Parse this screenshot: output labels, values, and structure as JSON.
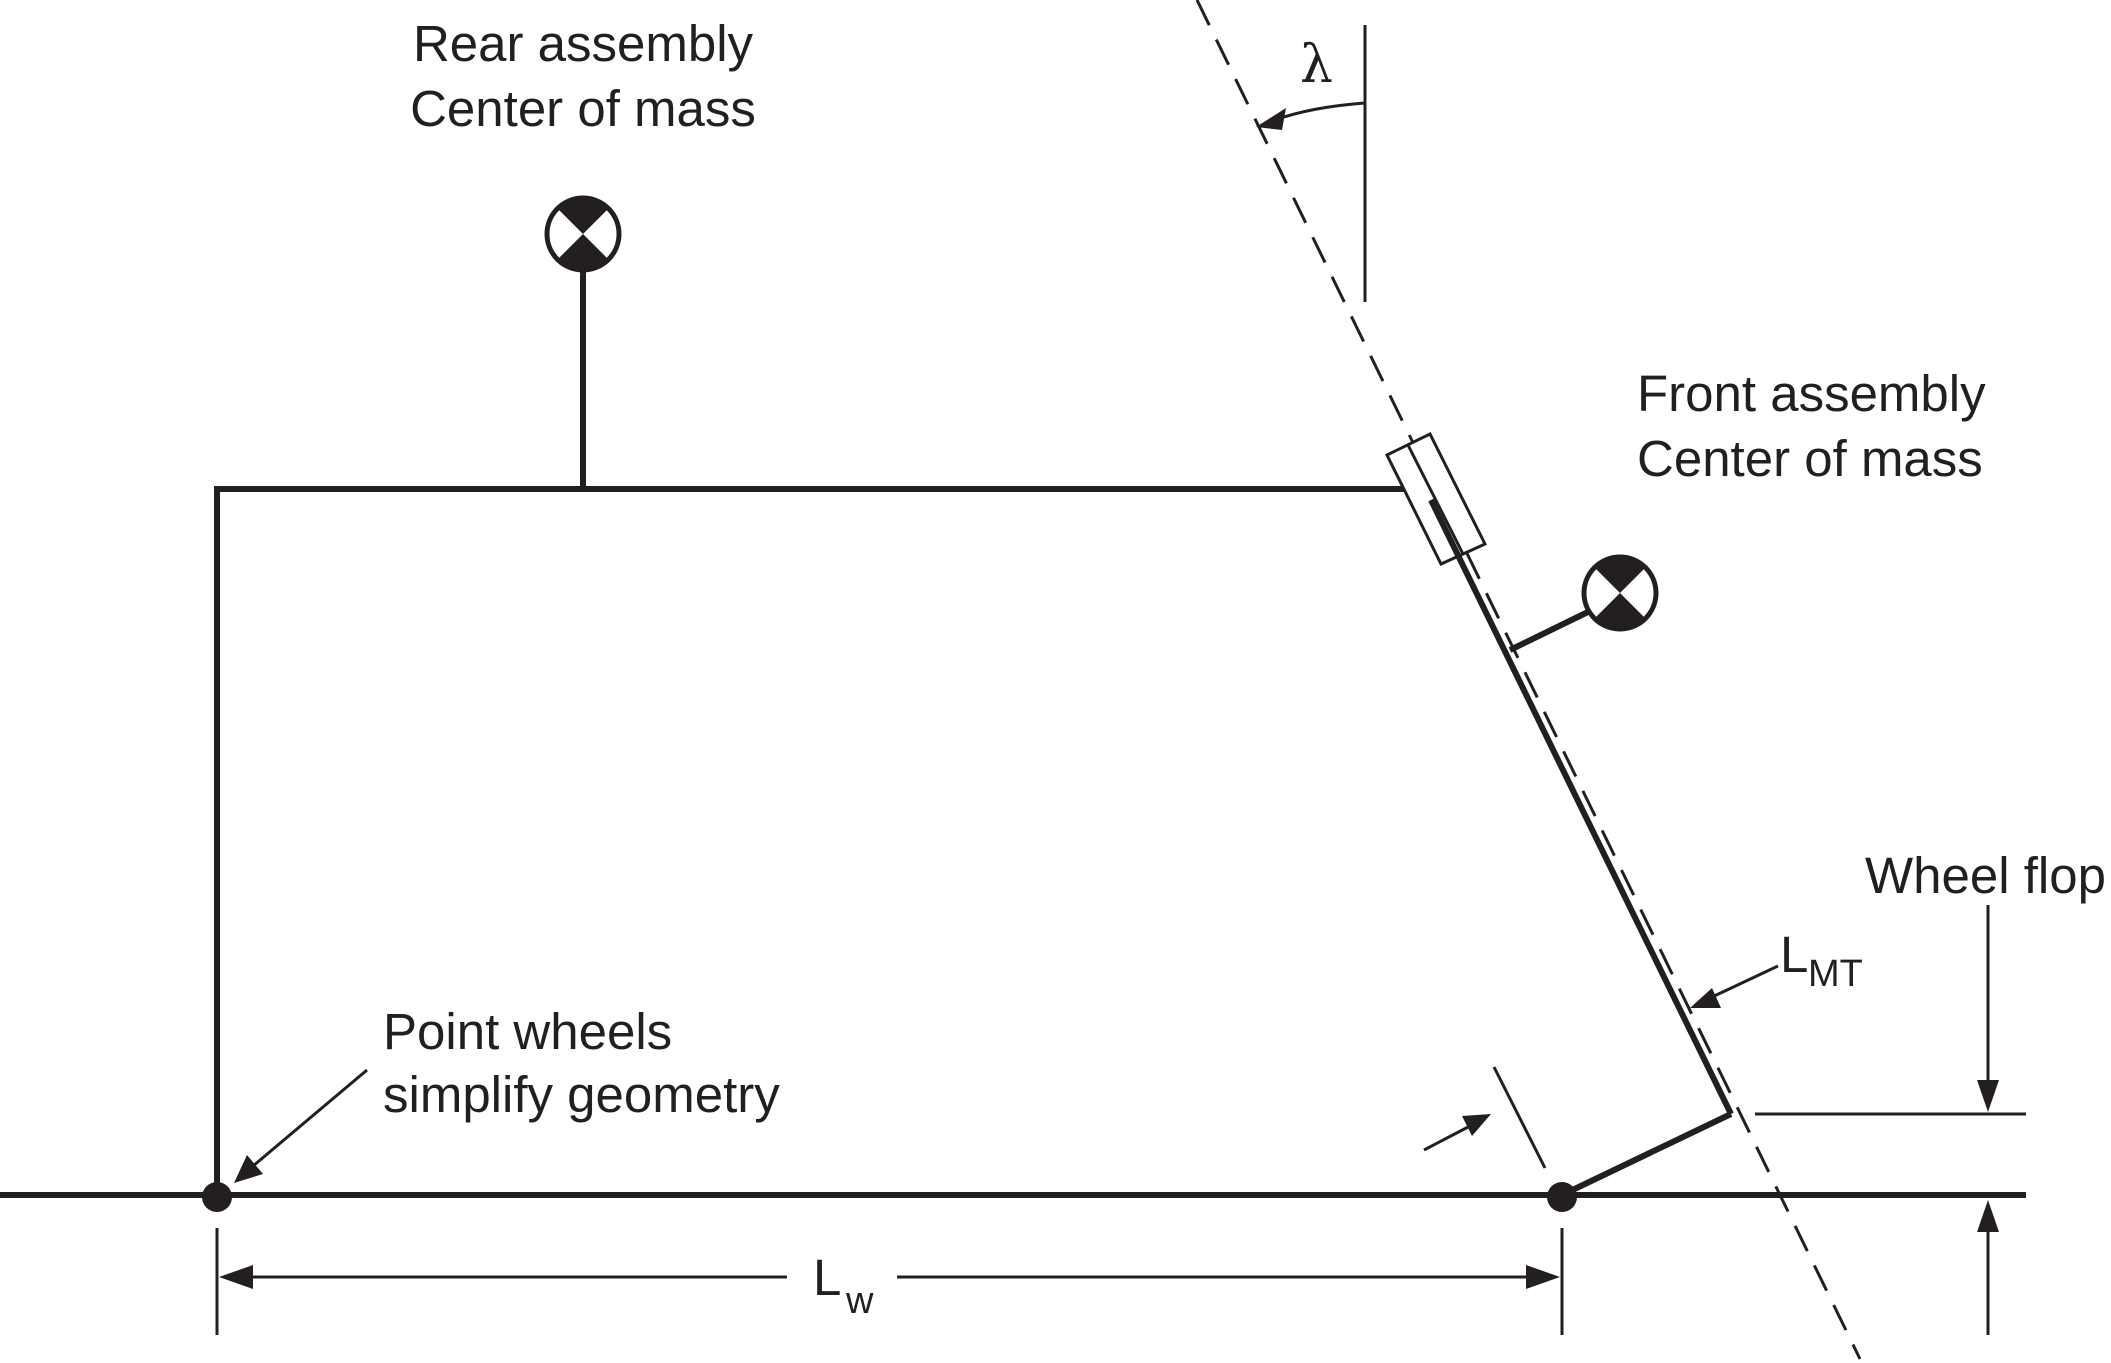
{
  "labels": {
    "rear_line1": "Rear assembly",
    "rear_line2": "Center of mass",
    "front_line1": "Front assembly",
    "front_line2": "Center of mass",
    "steer_angle_symbol": "λ",
    "wheel_flop": "Wheel flop",
    "mechanical_trail_main": "L",
    "mechanical_trail_sub": "MT",
    "wheelbase_main": "L",
    "wheelbase_sub": "w",
    "point_wheels_line1": "Point wheels",
    "point_wheels_line2": "simplify geometry"
  },
  "colors": {
    "ink": "#231f20",
    "background": "#ffffff"
  },
  "icons": {
    "center_of_mass": "center-of-mass-symbol"
  }
}
